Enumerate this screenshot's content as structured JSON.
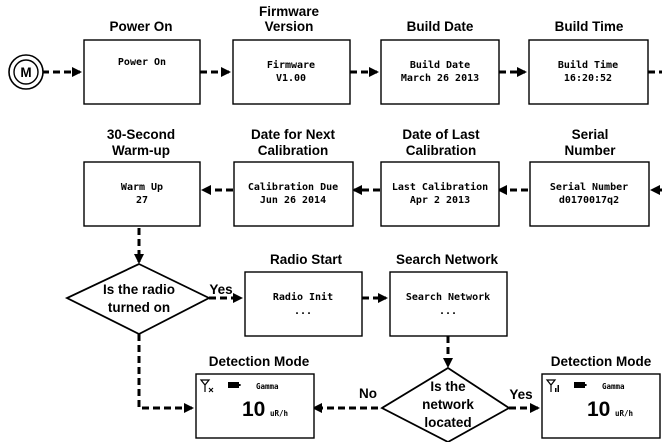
{
  "steps": {
    "power_on": {
      "title": [
        "Power On"
      ],
      "screen": [
        "Power On"
      ]
    },
    "firmware": {
      "title": [
        "Firmware",
        "Version"
      ],
      "screen": [
        "Firmware",
        "V1.00"
      ]
    },
    "build_date": {
      "title": [
        "Build Date"
      ],
      "screen": [
        "Build Date",
        "March 26 2013"
      ]
    },
    "build_time": {
      "title": [
        "Build Time"
      ],
      "screen": [
        "Build Time",
        "16:20:52"
      ]
    },
    "serial": {
      "title": [
        "Serial",
        "Number"
      ],
      "screen": [
        "Serial Number",
        "d0170017q2"
      ]
    },
    "last_cal": {
      "title": [
        "Date of Last",
        "Calibration"
      ],
      "screen": [
        "Last Calibration",
        "Apr 2 2013"
      ]
    },
    "next_cal": {
      "title": [
        "Date for Next",
        "Calibration"
      ],
      "screen": [
        "Calibration Due",
        "Jun 26 2014"
      ]
    },
    "warmup": {
      "title": [
        "30-Second",
        "Warm-up"
      ],
      "screen": [
        "Warm Up",
        "27"
      ]
    },
    "radio_start": {
      "title": [
        "Radio Start"
      ],
      "screen": [
        "Radio Init",
        "..."
      ]
    },
    "search_network": {
      "title": [
        "Search Network"
      ],
      "screen": [
        "Search Network",
        "..."
      ]
    }
  },
  "decisions": {
    "radio_on": [
      "Is the radio",
      "turned on"
    ],
    "network_located": [
      "Is the",
      "network",
      "located"
    ]
  },
  "edge_labels": {
    "yes": "Yes",
    "no": "No"
  },
  "detection_left": {
    "title": "Detection Mode",
    "mode": "Gamma",
    "value": "10",
    "unit": "uR/h"
  },
  "detection_right": {
    "title": "Detection Mode",
    "mode": "Gamma",
    "value": "10",
    "unit": "uR/h"
  },
  "button": {
    "label": "M"
  }
}
